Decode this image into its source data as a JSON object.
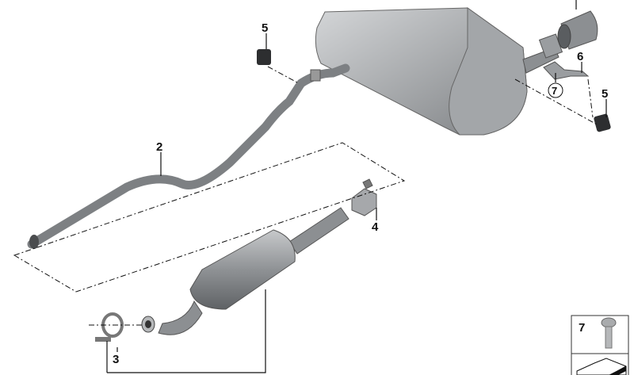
{
  "diagram": {
    "callouts": {
      "muffler_top": "",
      "rubber_mount_left": "5",
      "rubber_mount_right": "5",
      "center_pipe": "2",
      "bracket": "6",
      "bracket_screw_ref": "7",
      "clamp": "4",
      "pipe_clamp": "3"
    },
    "legend_box": {
      "item_number": "7",
      "item_icon": "hex-flange-screw-icon",
      "bottom_icon": "folded-sheet-icon"
    },
    "colors": {
      "part_gray": "#8c8f92",
      "part_dark": "#555759",
      "line": "#111111"
    }
  }
}
